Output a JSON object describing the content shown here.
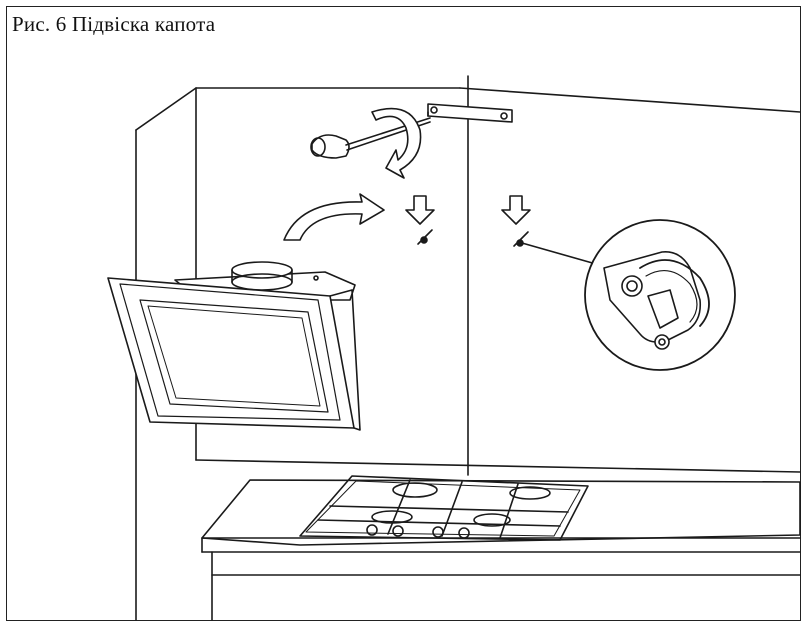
{
  "figure": {
    "caption": "Рис. 6 Підвіска капота"
  },
  "colors": {
    "line": "#1a1a1a",
    "paper": "#ffffff",
    "shade": "#d9d9d9"
  },
  "parts": [
    "screwdriver-icon",
    "rotation-arrow-icon",
    "mounting-bracket",
    "insert-arrow-icon",
    "down-arrow-left-icon",
    "down-arrow-right-icon",
    "range-hood",
    "hook-detail-magnifier",
    "gas-hob",
    "countertop",
    "wall-cabinet"
  ]
}
